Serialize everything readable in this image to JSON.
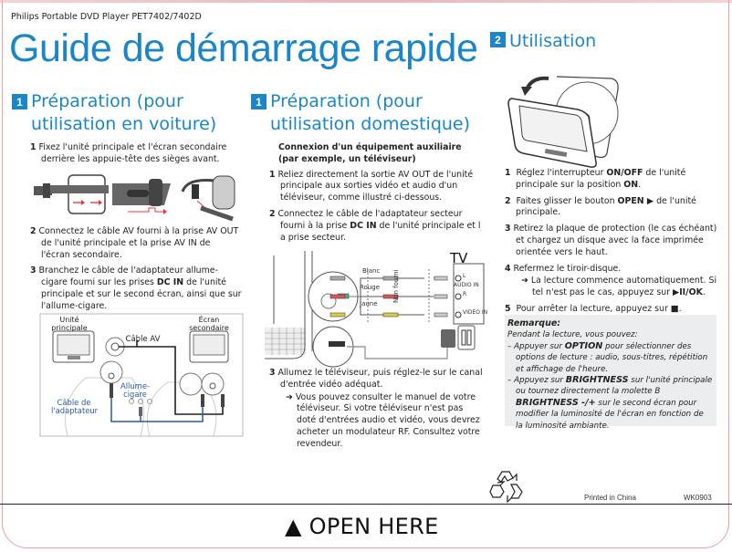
{
  "header": {
    "brand": "Philips Portable DVD Player PET7402/7402D",
    "title": "Guide de démarrage rapide"
  },
  "accent_color": "#1a86c8",
  "sections": {
    "car": {
      "badge": "1",
      "title_line1": "Préparation (pour",
      "title_line2": "utilisation en voiture)",
      "steps": [
        {
          "num": "1",
          "text": "Fixez l'unité principale et l'écran secondaire derrière les appuie-tête des sièges avant."
        },
        {
          "num": "2",
          "text": "Connectez le câble AV fourni à la prise AV OUT de l'unité principale et la prise AV IN de l'écran secondaire."
        },
        {
          "num": "3",
          "pre": "Branchez le câble de l'adaptateur allume-cigare fourni sur les prises ",
          "bold": "DC IN",
          "post": " de l'unité principale et sur le second écran, ainsi que sur l'allume-cigare."
        }
      ],
      "diagram": {
        "main_unit": "Unité principale",
        "second_screen": "Écran secondaire",
        "av_cable": "Câble AV",
        "lighter": "Allume-cigare",
        "adapter_cable": "Câble de l'adaptateur"
      }
    },
    "home": {
      "badge": "1",
      "title_line1": "Préparation (pour",
      "title_line2": "utilisation domestique)",
      "intro_line1": "Connexion d'un équipement auxiliaire",
      "intro_line2": "(par exemple, un téléviseur)",
      "steps": [
        {
          "num": "1",
          "text": "Reliez directement la sortie AV OUT de l'unité principale aux sorties vidéo et audio d'un téléviseur, comme illustré ci-dessous."
        },
        {
          "num": "2",
          "pre": "Connectez le câble de l'adaptateur secteur fourni à la prise ",
          "bold": "DC IN",
          "post": " de l'unité principale et l a prise secteur."
        },
        {
          "num": "3",
          "text": "Allumez le téléviseur, puis réglez-le sur le canal d'entrée vidéo adéquat.",
          "sub": "Vous pouvez consulter le manuel de votre téléviseur. Si votre téléviseur n'est pas doté d'entrées audio et vidéo, vous devrez acheter un modulateur RF. Consultez votre revendeur."
        }
      ],
      "diagram": {
        "tv": "TV",
        "white": "Blanc",
        "red": "Rouge",
        "yellow": "Jaune",
        "not_supplied": "Non fourni",
        "l": "L",
        "audio_in": "AUDIO IN",
        "r": "R",
        "video_in": "VIDEO IN"
      }
    },
    "use": {
      "badge": "2",
      "title": "Utilisation",
      "steps": [
        {
          "num": "1",
          "pre": "Réglez l'interrupteur ",
          "bold": "ON/OFF",
          "mid": " de l'unité principale sur la position ",
          "bold2": "ON",
          "post": "."
        },
        {
          "num": "2",
          "pre": "Faites glisser le bouton ",
          "bold": "OPEN ▶",
          "post": " de l'unité principale."
        },
        {
          "num": "3",
          "text": "Retirez la plaque de protection (le cas échéant) et chargez un disque avec la face imprimée orientée vers le haut."
        },
        {
          "num": "4",
          "text": "Refermez le tiroir-disque.",
          "sub_pre": "La lecture commence automatiquement. Si tel n'est pas le cas, appuyez sur ",
          "sub_bold": "▶II/OK",
          "sub_post": "."
        },
        {
          "num": "5",
          "pre": "Pour arrêter la lecture, appuyez sur ",
          "bold": "■",
          "post": "."
        }
      ],
      "note": {
        "title": "Remarque:",
        "intro": "Pendant la lecture, vous pouvez:",
        "item1_pre": "– Appuyer sur ",
        "item1_bold": "OPTION",
        "item1_post": " pour sélectionner des options de lecture : audio, sous-titres, répétition et affichage de l'heure.",
        "item2_pre": "– Appuyez sur ",
        "item2_bold": "BRIGHTNESS",
        "item2_mid": " sur l'unité principale ou tournez directement la molette B ",
        "item2_bold2": "BRIGHTNESS -/+",
        "item2_post": " sur le second écran pour modifier la luminosité de l'écran en fonction de la luminosité ambiante."
      }
    }
  },
  "footer": {
    "printed": "Printed in China",
    "code": "WK0903",
    "open_here": "▲ OPEN HERE",
    "recycle_icon": "recycle-icon"
  }
}
